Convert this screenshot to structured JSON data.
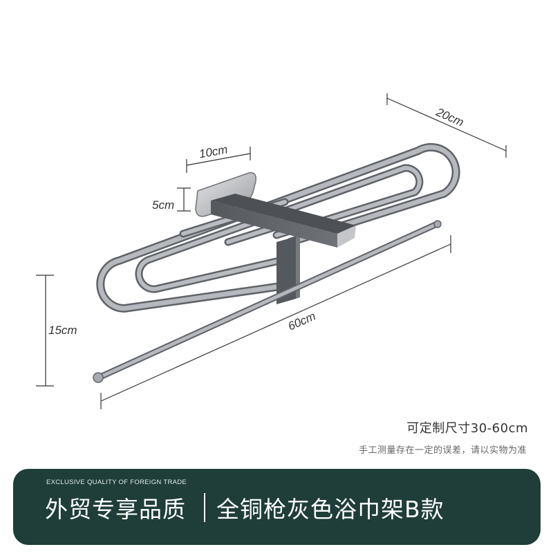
{
  "dimensions": {
    "depth": "20cm",
    "mount_width": "10cm",
    "mount_height": "5cm",
    "height": "15cm",
    "length": "60cm"
  },
  "info": {
    "custom_size": "可定制尺寸30-60cm",
    "disclaimer": "手工测量存在一定的误差，请以实物为准"
  },
  "banner": {
    "tagline": "EXCLUSIVE QUALITY OF FOREIGN TRADE",
    "title_left": "外贸专享品质",
    "title_right": "全铜枪灰色浴巾架B款"
  },
  "colors": {
    "banner_background": "#1f3d39",
    "product_metal": "#8e9195",
    "mount_block": "#5f6165"
  }
}
